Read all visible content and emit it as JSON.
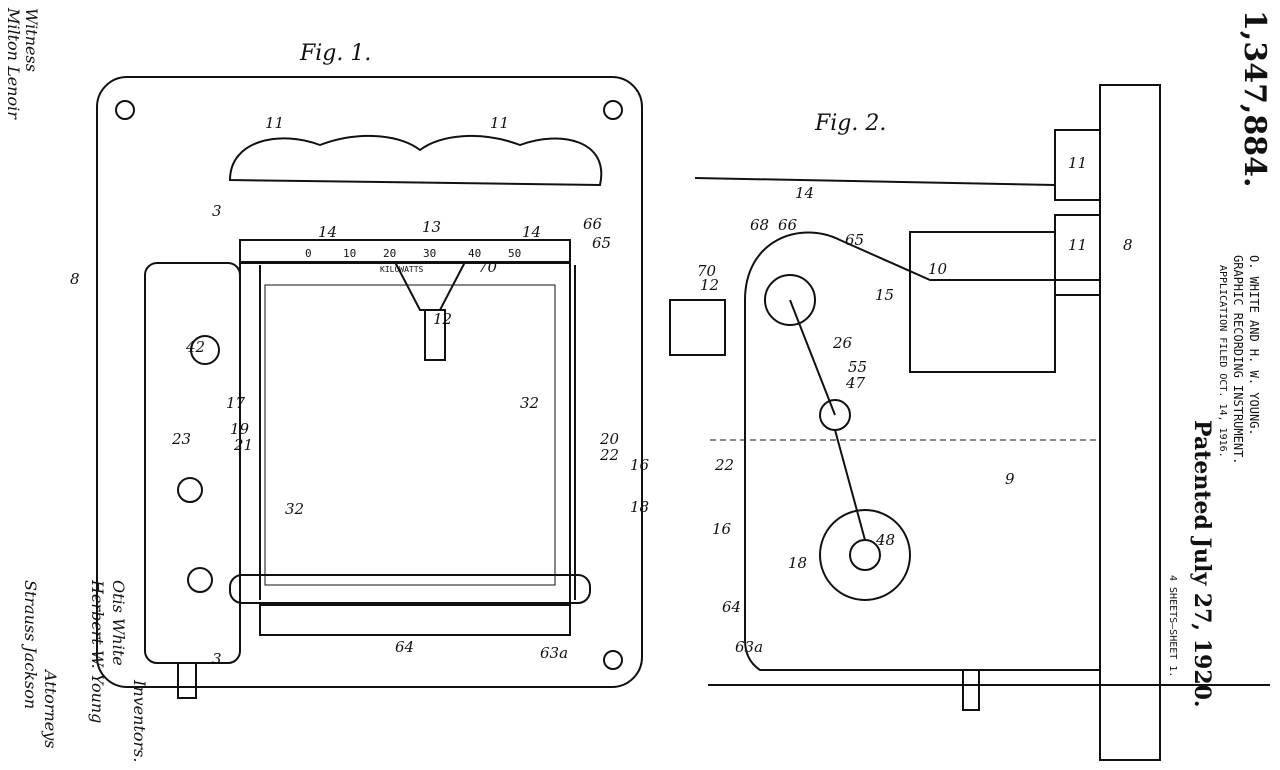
{
  "header": {
    "patent_number": "1,347,884.",
    "inventors_line": "O. WHITE AND H. W. YOUNG.",
    "title": "GRAPHIC RECORDING INSTRUMENT.",
    "application": "APPLICATION FILED OCT. 14, 1916.",
    "patented": "Patented July 27, 1920.",
    "sheets": "4 SHEETS—SHEET 1."
  },
  "figures": {
    "fig1_title": "Fig. 1.",
    "fig2_title": "Fig. 2.",
    "scale_ticks": [
      "0",
      "10",
      "20",
      "30",
      "40",
      "50"
    ],
    "scale_label": "KILOWATTS",
    "fig1_labels": [
      "11",
      "11",
      "14",
      "13",
      "14",
      "66",
      "65",
      "3",
      "3",
      "8",
      "70",
      "12",
      "42",
      "32",
      "17",
      "23",
      "19",
      "21",
      "20",
      "22",
      "16",
      "18",
      "32",
      "64",
      "63a"
    ],
    "fig2_labels": [
      "14",
      "68",
      "66",
      "65",
      "70",
      "12",
      "15",
      "10",
      "11",
      "11",
      "8",
      "26",
      "55",
      "47",
      "22",
      "9",
      "16",
      "18",
      "48",
      "64",
      "63a"
    ]
  },
  "signatures": {
    "witness_heading": "Witness",
    "witness_name": "Milton Lenoir",
    "inventor1": "Otis White",
    "inventor2": "Herbert W. Young",
    "inventors_label": "Inventors.",
    "attorneys_name": "Strauss Jackson",
    "attorneys_label": "Attorneys"
  }
}
